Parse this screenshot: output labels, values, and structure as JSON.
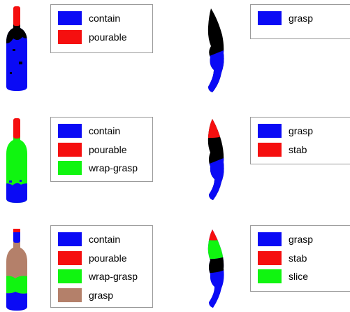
{
  "colors": {
    "blue": "#0a0af5",
    "red": "#f50f0f",
    "green": "#10f510",
    "brown": "#b4806a",
    "black": "#000000"
  },
  "panels": [
    {
      "object": "bottle",
      "legend": [
        {
          "label": "contain",
          "color": "#0a0af5"
        },
        {
          "label": "pourable",
          "color": "#f50f0f"
        }
      ]
    },
    {
      "object": "knife",
      "legend": [
        {
          "label": "grasp",
          "color": "#0a0af5"
        }
      ]
    },
    {
      "object": "bottle",
      "legend": [
        {
          "label": "contain",
          "color": "#0a0af5"
        },
        {
          "label": "pourable",
          "color": "#f50f0f"
        },
        {
          "label": "wrap-grasp",
          "color": "#10f510"
        }
      ]
    },
    {
      "object": "knife",
      "legend": [
        {
          "label": "grasp",
          "color": "#0a0af5"
        },
        {
          "label": "stab",
          "color": "#f50f0f"
        }
      ]
    },
    {
      "object": "bottle",
      "legend": [
        {
          "label": "contain",
          "color": "#0a0af5"
        },
        {
          "label": "pourable",
          "color": "#f50f0f"
        },
        {
          "label": "wrap-grasp",
          "color": "#10f510"
        },
        {
          "label": "grasp",
          "color": "#b4806a"
        }
      ]
    },
    {
      "object": "knife",
      "legend": [
        {
          "label": "grasp",
          "color": "#0a0af5"
        },
        {
          "label": "stab",
          "color": "#f50f0f"
        },
        {
          "label": "slice",
          "color": "#10f510"
        }
      ]
    }
  ]
}
